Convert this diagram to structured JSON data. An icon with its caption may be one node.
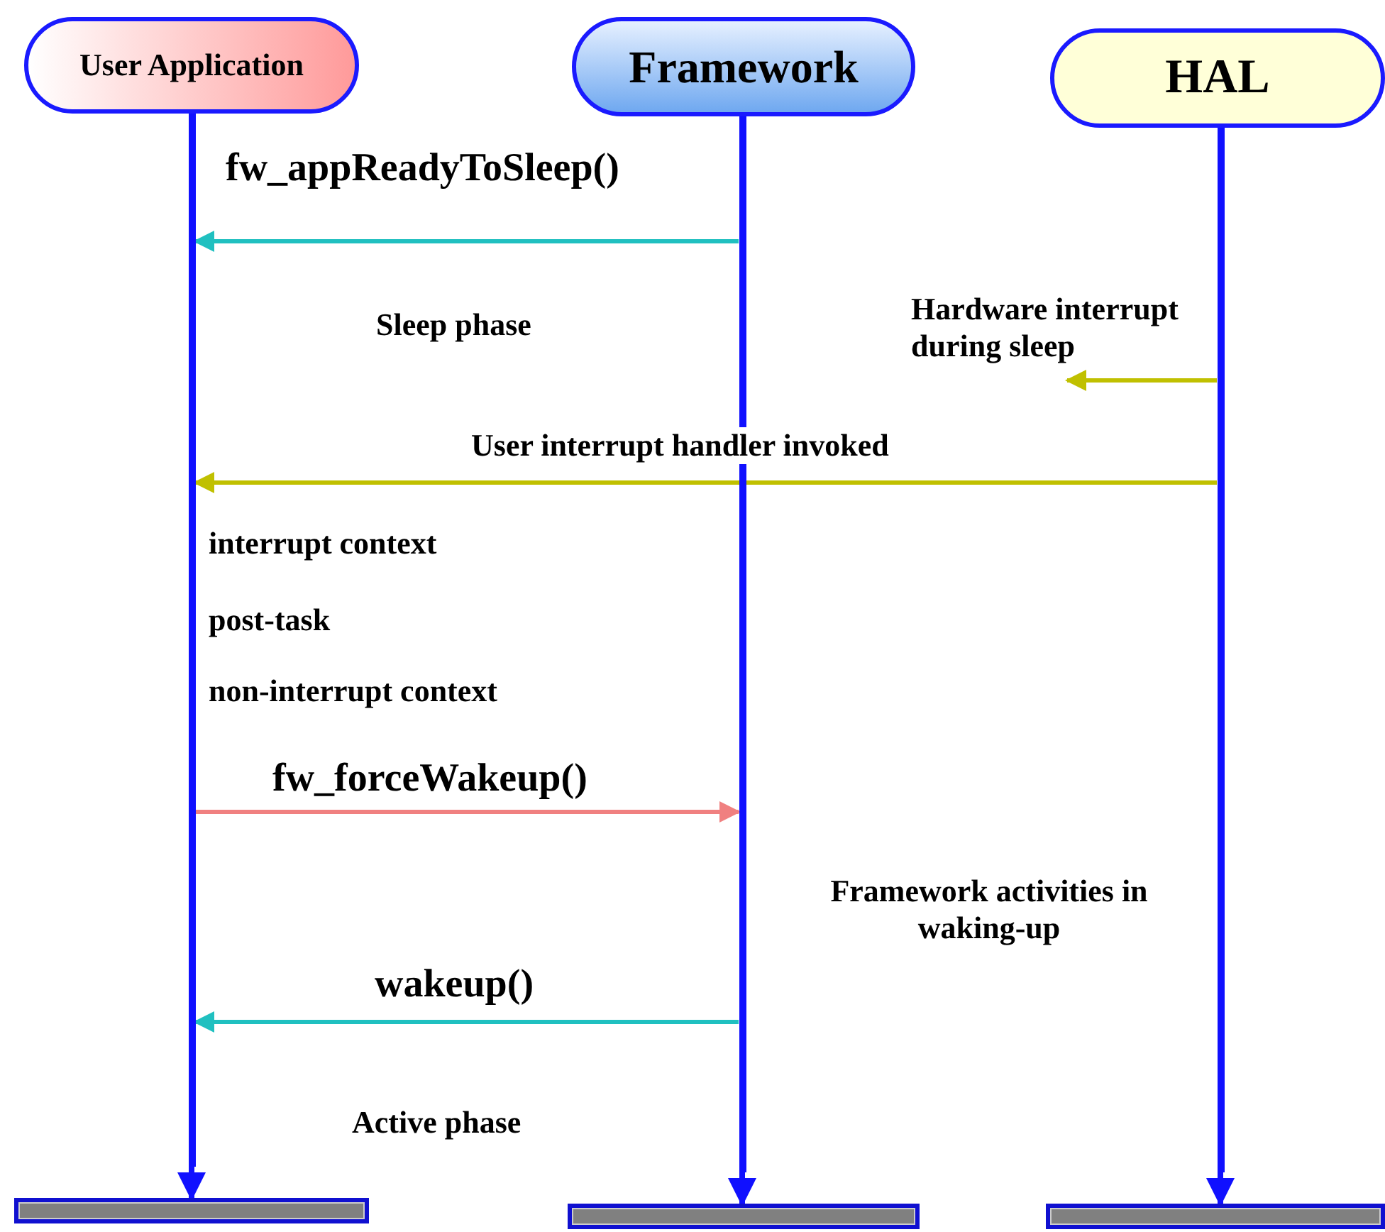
{
  "diagram": {
    "nodes": [
      {
        "text": [
          "User Application"
        ]
      },
      {
        "text": [
          "Framework"
        ]
      },
      {
        "text": [
          "HAL"
        ]
      },
      {
        "text": [],
        "shape": "line"
      },
      {
        "text": [],
        "shape": "line"
      },
      {
        "text": [],
        "shape": "line"
      },
      {
        "text": [],
        "shape": "bar"
      },
      {
        "text": [],
        "shape": "bar"
      },
      {
        "text": [],
        "shape": "bar"
      }
    ],
    "edges": [
      {
        "from": 3,
        "to": 6,
        "arrow": "to"
      },
      {
        "from": 4,
        "to": 7,
        "arrow": "to"
      },
      {
        "from": 5,
        "to": 8,
        "arrow": "to"
      },
      {
        "from": 4,
        "to": 3,
        "arrow": "to",
        "label": "fw_appReadyToSleep()",
        "color": "#20c0c0"
      },
      {
        "from": 5,
        "to": null,
        "arrow": "to",
        "label": "Hardware interrupt during sleep",
        "color": "#c0c000"
      },
      {
        "from": 5,
        "to": 3,
        "arrow": "to",
        "label": "User interrupt handler invoked",
        "color": "#c0c000"
      },
      {
        "from": 3,
        "to": 4,
        "arrow": "to",
        "label": "fw_forceWakeup()",
        "color": "#f08080"
      },
      {
        "from": 4,
        "to": 3,
        "arrow": "to",
        "label": "wakeup()",
        "color": "#20c0c0"
      }
    ],
    "labels": [
      "Sleep phase",
      "interrupt context",
      "post-task",
      "non-interrupt context",
      "Framework activities in waking-up",
      "Active phase"
    ]
  }
}
